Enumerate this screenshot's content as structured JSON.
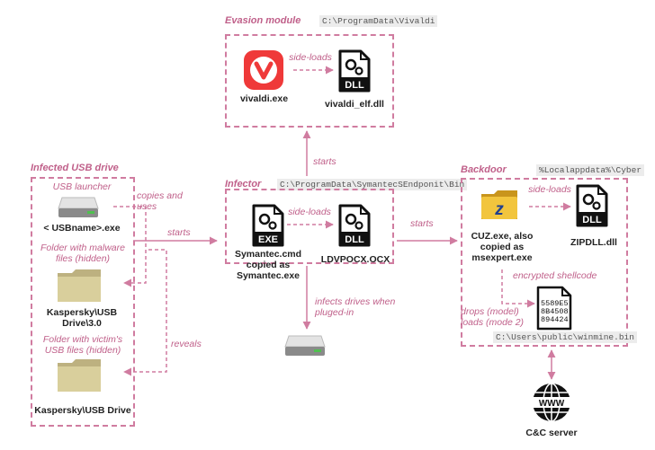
{
  "evasion": {
    "title": "Evasion module",
    "path": "C:\\ProgramData\\Vivaldi",
    "sideloads": "side-loads",
    "exe_label": "vivaldi.exe",
    "dll_label": "vivaldi_elf.dll",
    "dll_icon_text": "DLL"
  },
  "usb": {
    "title": "Infected USB drive",
    "launcher_caption": "USB launcher",
    "launcher_label": "< USBname>.exe",
    "folder1_caption": "Folder with malware files (hidden)",
    "folder1_label": "Kaspersky\\USB Drive\\3.0",
    "folder2_caption": "Folder with victim's USB files (hidden)",
    "folder2_label": "Kaspersky\\USB Drive"
  },
  "infector": {
    "title": "Infector",
    "path": "C:\\ProgramData\\SymantecSEndponit\\Bin",
    "sideloads": "side-loads",
    "exe_label": "Symantec.cmd copied as Symantec.exe",
    "dll_label": "LDVPOCX.OCX",
    "exe_icon_text": "EXE",
    "dll_icon_text": "DLL"
  },
  "backdoor": {
    "title": "Backdoor",
    "path": "%Localappdata%\\Cyber",
    "sideloads": "side-loads",
    "exe_label": "CUZ.exe, also copied as msexpert.exe",
    "dll_label": "ZIPDLL.dll",
    "dll_icon_text": "DLL",
    "shellcode_caption": "encrypted shellcode",
    "drops_caption": "drops (model) loads (mode 2)",
    "bin_path": "C:\\Users\\public\\winmine.bin",
    "hex_lines": [
      "5589E5",
      "8B4508",
      "894424"
    ]
  },
  "edges": {
    "copies_and_uses": "copies and uses",
    "starts_usb": "starts",
    "reveals": "reveals",
    "starts_up": "starts",
    "starts_right": "starts",
    "infects_drives": "infects drives when pluged-in"
  },
  "cnc": {
    "label": "C&C server",
    "icon_text": "WWW"
  },
  "colors": {
    "accent": "#d07ca0",
    "label_text": "#c0608a"
  }
}
